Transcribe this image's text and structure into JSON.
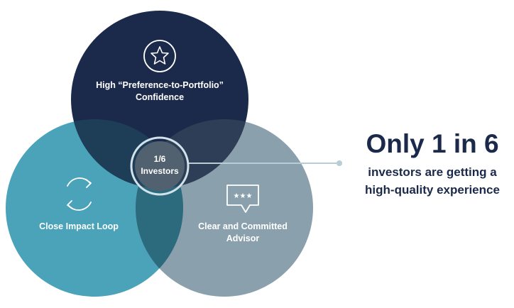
{
  "circles": {
    "top": {
      "label_line1": "High “Preference-to-Portfolio”",
      "label_line2": "Confidence",
      "icon": "star-icon",
      "color": "#1b2a4a"
    },
    "left": {
      "label_line1": "Close Impact Loop",
      "icon": "refresh-cycle-icon",
      "color": "#4aa3b8"
    },
    "right": {
      "label_line1": "Clear and Committed",
      "label_line2": "Advisor",
      "icon": "rating-speech-bubble-icon",
      "color": "#8aa1ad"
    }
  },
  "center": {
    "line1": "1/6",
    "line2": "Investors"
  },
  "callout": {
    "headline": "Only 1 in 6",
    "line1": "investors are getting a",
    "line2": "high-quality experience",
    "text_color": "#1b2a4a"
  }
}
